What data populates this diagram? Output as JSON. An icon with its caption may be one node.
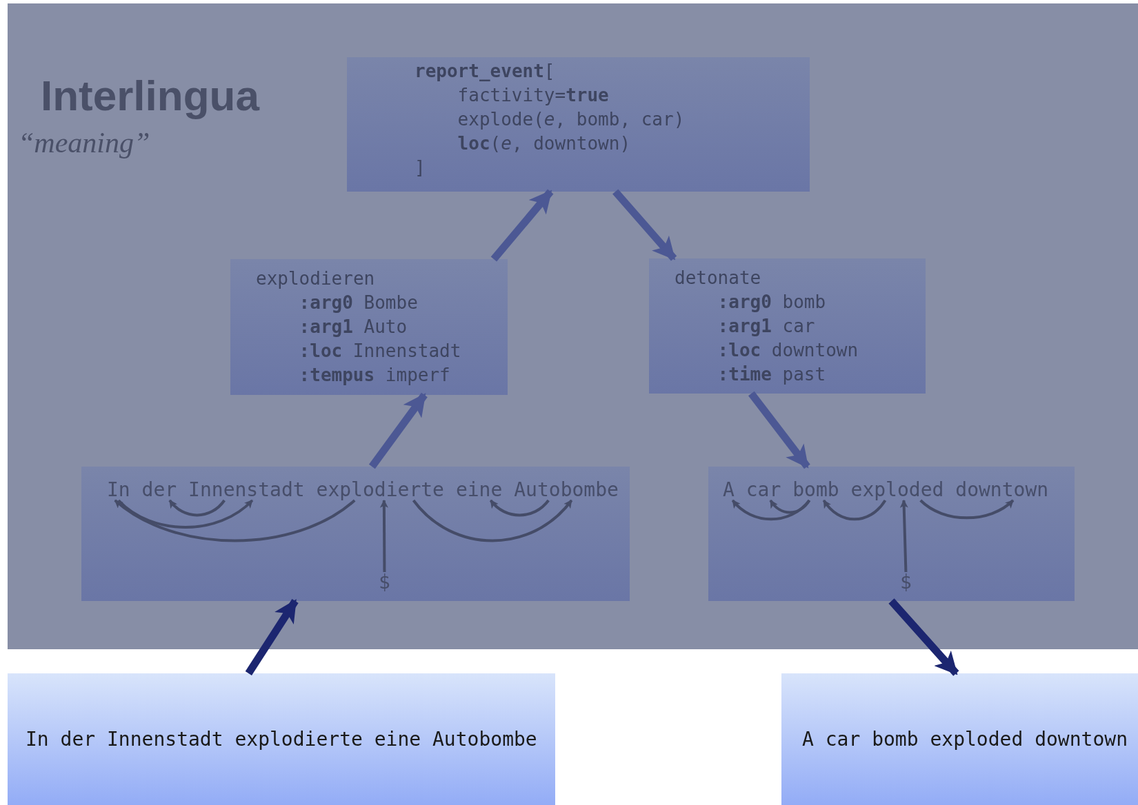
{
  "diagram": {
    "nodes": [
      {
        "text": [
          "Interlingua",
          "“meaning”"
        ]
      },
      {
        "text": [
          "**report_event**[",
          "factivity=**true**",
          "explode(*e*, bomb, car)",
          "**loc**(*e*, downtown)",
          "]"
        ],
        "in": 0
      },
      {
        "text": [
          "explodieren",
          "**:arg0** Bombe",
          "**:arg1** Auto",
          "**:loc** Innenstadt",
          "**:tempus** imperf"
        ],
        "in": 0
      },
      {
        "text": [
          "detonate",
          "**:arg0** bomb",
          "**:arg1** car",
          "**:loc** downtown",
          "**:time** past"
        ],
        "in": 0
      },
      {
        "text": [],
        "shape": "box",
        "in": 0
      },
      {
        "text": [
          "In"
        ],
        "in": 4
      },
      {
        "text": [
          "der"
        ],
        "in": 4
      },
      {
        "text": [
          "Innenstadt"
        ],
        "in": 4
      },
      {
        "text": [
          "explodierte"
        ],
        "in": 4
      },
      {
        "text": [
          "eine"
        ],
        "in": 4
      },
      {
        "text": [
          "Autobombe"
        ],
        "in": 4
      },
      {
        "text": [
          "$"
        ],
        "in": 4
      },
      {
        "text": [],
        "shape": "box",
        "in": 0
      },
      {
        "text": [
          "A"
        ],
        "in": 12
      },
      {
        "text": [
          "car"
        ],
        "in": 12
      },
      {
        "text": [
          "bomb"
        ],
        "in": 12
      },
      {
        "text": [
          "exploded"
        ],
        "in": 12
      },
      {
        "text": [
          "downtown"
        ],
        "in": 12
      },
      {
        "text": [
          "$"
        ],
        "in": 12
      },
      {
        "text": [
          "In der Innenstadt explodierte eine Autobombe"
        ]
      },
      {
        "text": [
          "A car bomb exploded downtown"
        ]
      }
    ],
    "edges": [
      {
        "from": 4,
        "to": 2,
        "arrow": "to",
        "style": "thick",
        "color": "#4c5894"
      },
      {
        "from": 2,
        "to": 1,
        "arrow": "to",
        "style": "thick",
        "color": "#4c5894"
      },
      {
        "from": 1,
        "to": 3,
        "arrow": "to",
        "style": "thick",
        "color": "#4c5894"
      },
      {
        "from": 3,
        "to": 12,
        "arrow": "to",
        "style": "thick",
        "color": "#4c5894"
      },
      {
        "from": 19,
        "to": 4,
        "arrow": "to",
        "style": "thick",
        "color": "#1c2670"
      },
      {
        "from": 12,
        "to": 20,
        "arrow": "to",
        "style": "thick",
        "color": "#1c2670"
      },
      {
        "from": 7,
        "to": 6,
        "arrow": "to"
      },
      {
        "from": 5,
        "to": 7,
        "arrow": "to"
      },
      {
        "from": 8,
        "to": 5,
        "arrow": "to"
      },
      {
        "from": 11,
        "to": 8,
        "arrow": "to"
      },
      {
        "from": 8,
        "to": 10,
        "arrow": "to"
      },
      {
        "from": 10,
        "to": 9,
        "arrow": "to"
      },
      {
        "from": 15,
        "to": 13,
        "arrow": "to"
      },
      {
        "from": 15,
        "to": 14,
        "arrow": "to"
      },
      {
        "from": 16,
        "to": 15,
        "arrow": "to"
      },
      {
        "from": 16,
        "to": 17,
        "arrow": "to"
      },
      {
        "from": 18,
        "to": 16,
        "arrow": "to"
      }
    ]
  }
}
